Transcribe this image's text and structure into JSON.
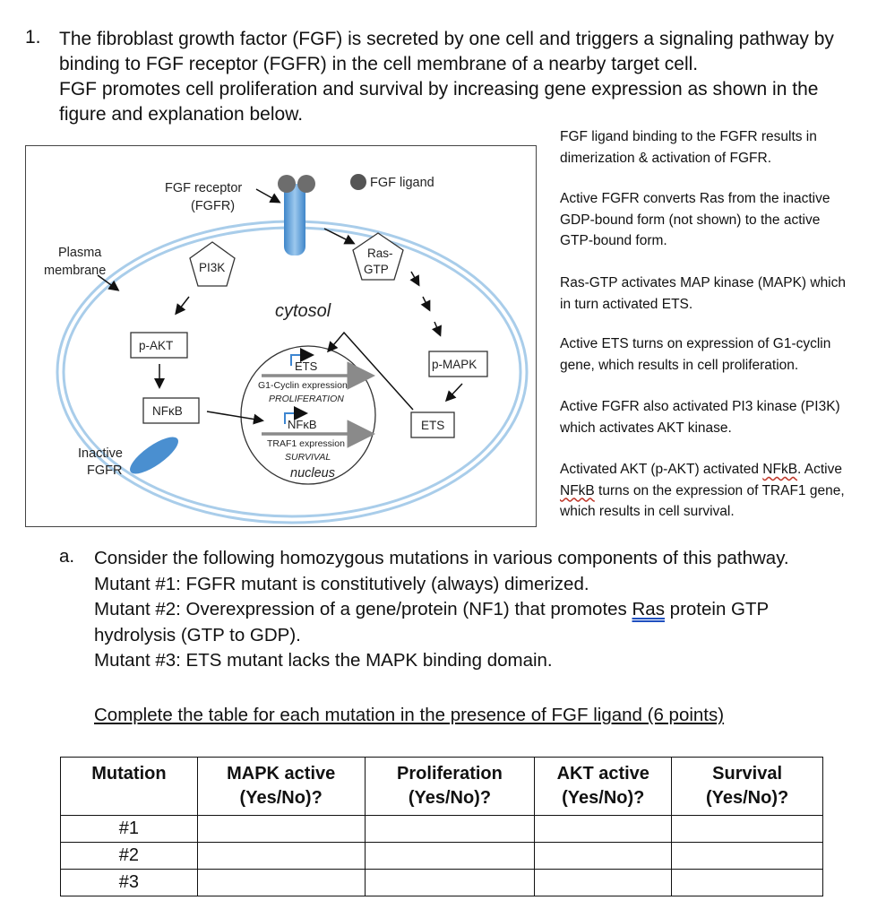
{
  "question": {
    "number": "1.",
    "lines": [
      "The fibroblast growth factor (FGF) is secreted by one cell and triggers a signaling pathway by",
      "binding to FGF receptor (FGFR) in the cell membrane of a nearby target cell.",
      "FGF promotes cell proliferation and survival by increasing gene expression as shown in the",
      "figure and explanation below."
    ]
  },
  "figure": {
    "labels": {
      "fgf_receptor": "FGF receptor",
      "fgfr_paren": "(FGFR)",
      "fgf_ligand": "FGF ligand",
      "plasma": "Plasma",
      "membrane": "membrane",
      "pi3k": "PI3K",
      "ras_line1": "Ras-",
      "ras_line2": "GTP",
      "cytosol": "cytosol",
      "p_akt": "p-AKT",
      "p_mapk": "p-MAPK",
      "ets_box": "ETS",
      "nfkb_box": "NFκB",
      "inactive": "Inactive",
      "inactive_fgfr": "FGFR",
      "nuc_ets": "ETS",
      "nuc_g1_expr": "G1-Cyclin expression",
      "nuc_prolif": "PROLIFERATION",
      "nuc_nfkb": "NFκB",
      "nuc_traf1": "TRAF1 expression",
      "nuc_survival": "SURVIVAL",
      "nucleus": "nucleus"
    }
  },
  "explanations": [
    {
      "lines": [
        "FGF ligand binding to the FGFR results in",
        "dimerization & activation of FGFR."
      ]
    },
    {
      "lines": [
        "Active FGFR converts Ras from the inactive",
        "GDP-bound form (not shown) to the active",
        "GTP-bound form."
      ]
    },
    {
      "lines": [
        "Ras-GTP activates MAP kinase (MAPK) which",
        "in turn activated ETS."
      ]
    },
    {
      "lines": [
        "Active ETS turns on expression of G1-cyclin",
        "gene, which results in cell proliferation."
      ]
    },
    {
      "lines": [
        "Active FGFR also activated PI3 kinase (PI3K)",
        "which activates AKT kinase."
      ]
    },
    {
      "line1_pre": "Activated AKT (p-AKT) activated ",
      "line1_wavy": "NFkB",
      "line1_post": ". Active",
      "line2_wavy": "NFkB",
      "line2_post": " turns on the expression of TRAF1 gene,",
      "line3": "which results in cell survival."
    }
  ],
  "part_a": {
    "letter": "a.",
    "intro": "Consider the following homozygous mutations in various components of this pathway.",
    "mutant1": "Mutant #1: FGFR mutant is constitutively (always) dimerized.",
    "mutant2_pre": "Mutant #2: Overexpression of a gene/protein (NF1) that promotes ",
    "mutant2_underlined": "Ras",
    "mutant2_post": " protein GTP",
    "mutant2_line2": "hydrolysis (GTP to GDP).",
    "mutant3": "Mutant #3: ETS mutant lacks the MAPK binding domain.",
    "instruction": "Complete the table for each mutation in the presence of FGF ligand (6 points)"
  },
  "table": {
    "headers": [
      {
        "l1": "Mutation",
        "l2": ""
      },
      {
        "l1": "MAPK active",
        "l2": "(Yes/No)?"
      },
      {
        "l1": "Proliferation",
        "l2": "(Yes/No)?"
      },
      {
        "l1": "AKT active",
        "l2": "(Yes/No)?"
      },
      {
        "l1": "Survival",
        "l2": "(Yes/No)?"
      }
    ],
    "rows": [
      "#1",
      "#2",
      "#3"
    ]
  }
}
